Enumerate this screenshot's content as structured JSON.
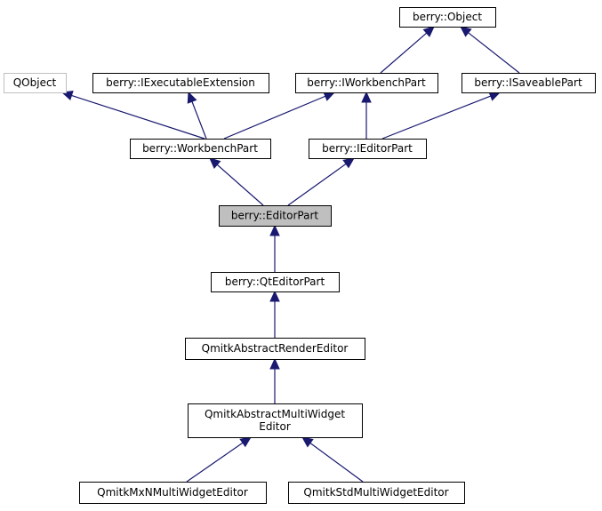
{
  "nodes": [
    {
      "id": "object",
      "lines": [
        "berry::Object"
      ]
    },
    {
      "id": "qobject",
      "lines": [
        "QObject"
      ],
      "external": true
    },
    {
      "id": "iexec",
      "lines": [
        "berry::IExecutableExtension"
      ]
    },
    {
      "id": "iwbpart",
      "lines": [
        "berry::IWorkbenchPart"
      ]
    },
    {
      "id": "isaveable",
      "lines": [
        "berry::ISaveablePart"
      ]
    },
    {
      "id": "wbpart",
      "lines": [
        "berry::WorkbenchPart"
      ]
    },
    {
      "id": "ieditor",
      "lines": [
        "berry::IEditorPart"
      ]
    },
    {
      "id": "editorpart",
      "lines": [
        "berry::EditorPart"
      ],
      "current": true
    },
    {
      "id": "qteditor",
      "lines": [
        "berry::QtEditorPart"
      ]
    },
    {
      "id": "absrender",
      "lines": [
        "QmitkAbstractRenderEditor"
      ]
    },
    {
      "id": "absmulti",
      "lines": [
        "QmitkAbstractMultiWidget",
        "Editor"
      ]
    },
    {
      "id": "mxn",
      "lines": [
        "QmitkMxNMultiWidgetEditor"
      ]
    },
    {
      "id": "std",
      "lines": [
        "QmitkStdMultiWidgetEditor"
      ]
    }
  ],
  "edges": [
    {
      "from": "iwbpart",
      "to": "object"
    },
    {
      "from": "isaveable",
      "to": "object"
    },
    {
      "from": "wbpart",
      "to": "qobject"
    },
    {
      "from": "wbpart",
      "to": "iexec"
    },
    {
      "from": "wbpart",
      "to": "iwbpart"
    },
    {
      "from": "ieditor",
      "to": "iwbpart"
    },
    {
      "from": "ieditor",
      "to": "isaveable"
    },
    {
      "from": "editorpart",
      "to": "wbpart"
    },
    {
      "from": "editorpart",
      "to": "ieditor"
    },
    {
      "from": "qteditor",
      "to": "editorpart"
    },
    {
      "from": "absrender",
      "to": "qteditor"
    },
    {
      "from": "absmulti",
      "to": "absrender"
    },
    {
      "from": "mxn",
      "to": "absmulti"
    },
    {
      "from": "std",
      "to": "absmulti"
    }
  ],
  "colors": {
    "edge": "#191970",
    "current_fill": "#bfbfbf",
    "external_border": "#bfbfbf"
  }
}
